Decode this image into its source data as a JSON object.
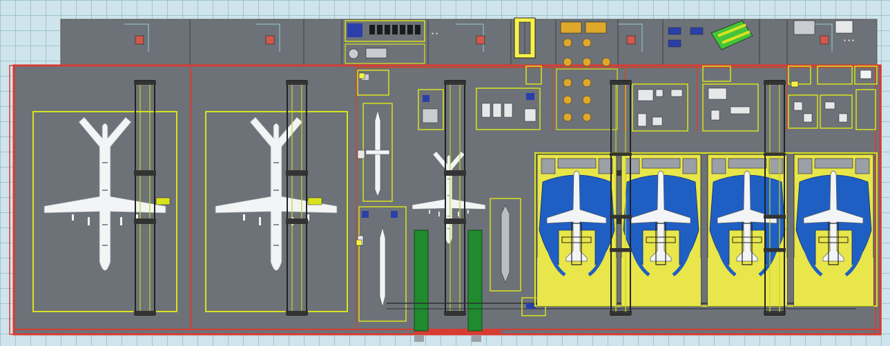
{
  "drawing": {
    "colors": {
      "grid_background": "#cfe4ec",
      "grid_line": "#9fc4d3",
      "floor": "#6d7278",
      "wall_red": "#d83b32",
      "outline_yellow": "#d9e21e",
      "bay_fill_yellow": "#e8e64a",
      "fixture_blue": "#1f5fc4",
      "rail_green": "#1f8a2e",
      "aircraft_white": "#f2f4f6"
    },
    "icons": [
      "aircraft-icon",
      "gantry-crane-icon",
      "rail-track-icon",
      "workstation-icon"
    ],
    "zones": [
      {
        "name": "annex-strip",
        "kind": "support-rooms"
      },
      {
        "name": "hangar-bay-1",
        "kind": "wide-body-aircraft"
      },
      {
        "name": "hangar-bay-2",
        "kind": "wide-body-aircraft"
      },
      {
        "name": "component-area",
        "kind": "fuselage-and-wing-parts"
      },
      {
        "name": "assembly-area",
        "kind": "small-aircraft"
      },
      {
        "name": "workshop-row",
        "kind": "workshops"
      },
      {
        "name": "fixture-bays",
        "kind": "four-aircraft-fixtures"
      }
    ]
  }
}
